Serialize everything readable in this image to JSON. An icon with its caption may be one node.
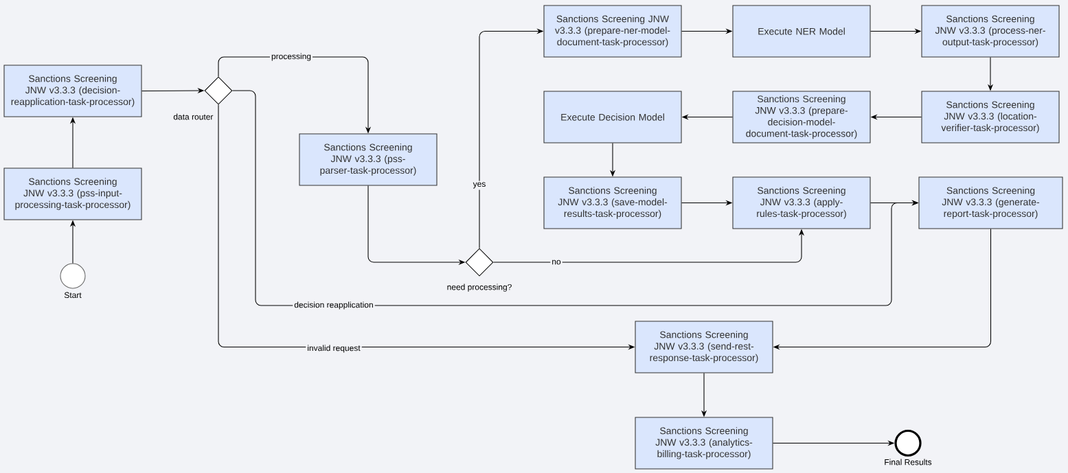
{
  "diagram": {
    "nodes": [
      {
        "text": [
          "Start"
        ]
      },
      {
        "text": [
          "Sanctions Screening JNW v3.3.3 (pss-input-processing-task-processor)"
        ]
      },
      {
        "text": [
          "Sanctions Screening JNW v3.3.3 (decision-reapplication-task-processor)"
        ]
      },
      {
        "text": [
          "data router"
        ]
      },
      {
        "text": [
          "Sanctions Screening JNW v3.3.3 (pss-parser-task-processor)"
        ]
      },
      {
        "text": [
          "need processing?"
        ]
      },
      {
        "text": [
          "Sanctions Screening JNW v3.3.3 (prepare-ner-model-document-task-processor)"
        ]
      },
      {
        "text": [
          "Execute NER Model"
        ]
      },
      {
        "text": [
          "Sanctions Screening JNW v3.3.3 (process-ner-output-task-processor)"
        ]
      },
      {
        "text": [
          "Sanctions Screening JNW v3.3.3 (location-verifier-task-processor)"
        ]
      },
      {
        "text": [
          "Sanctions Screening JNW v3.3.3 (prepare-decision-model-document-task-processor)"
        ]
      },
      {
        "text": [
          "Execute Decision Model"
        ]
      },
      {
        "text": [
          "Sanctions Screening JNW v3.3.3 (save-model-results-task-processor)"
        ]
      },
      {
        "text": [
          "Sanctions Screening JNW v3.3.3 (apply-rules-task-processor)"
        ]
      },
      {
        "text": [
          "Sanctions Screening JNW v3.3.3 (generate-report-task-processor)"
        ]
      },
      {
        "text": [
          "Sanctions Screening JNW v3.3.3 (send-rest-response-task-processor)"
        ]
      },
      {
        "text": [
          "Sanctions Screening JNW v3.3.3 (analytics-billing-task-processor)"
        ]
      },
      {
        "text": [
          "Final Results"
        ]
      }
    ],
    "edges": [
      {
        "from": 0,
        "to": 1,
        "arrow": "to"
      },
      {
        "from": 1,
        "to": 2,
        "arrow": "to"
      },
      {
        "from": 2,
        "to": 3,
        "arrow": "to"
      },
      {
        "from": 3,
        "to": 4,
        "arrow": "to",
        "label": "processing"
      },
      {
        "from": 3,
        "to": 14,
        "arrow": "to",
        "label": "decision reapplication"
      },
      {
        "from": 3,
        "to": 15,
        "arrow": "to",
        "label": "invalid request"
      },
      {
        "from": 4,
        "to": 5,
        "arrow": "to"
      },
      {
        "from": 5,
        "to": 6,
        "arrow": "to",
        "label": "yes"
      },
      {
        "from": 5,
        "to": 13,
        "arrow": "to",
        "label": "no"
      },
      {
        "from": 6,
        "to": 7,
        "arrow": "to"
      },
      {
        "from": 7,
        "to": 8,
        "arrow": "to"
      },
      {
        "from": 8,
        "to": 9,
        "arrow": "to"
      },
      {
        "from": 9,
        "to": 10,
        "arrow": "to"
      },
      {
        "from": 10,
        "to": 11,
        "arrow": "to"
      },
      {
        "from": 11,
        "to": 12,
        "arrow": "to"
      },
      {
        "from": 12,
        "to": 13,
        "arrow": "to"
      },
      {
        "from": 13,
        "to": 14,
        "arrow": "to"
      },
      {
        "from": 14,
        "to": 15,
        "arrow": "to"
      },
      {
        "from": 15,
        "to": 16,
        "arrow": "to"
      },
      {
        "from": 16,
        "to": 17,
        "arrow": "to"
      }
    ]
  }
}
